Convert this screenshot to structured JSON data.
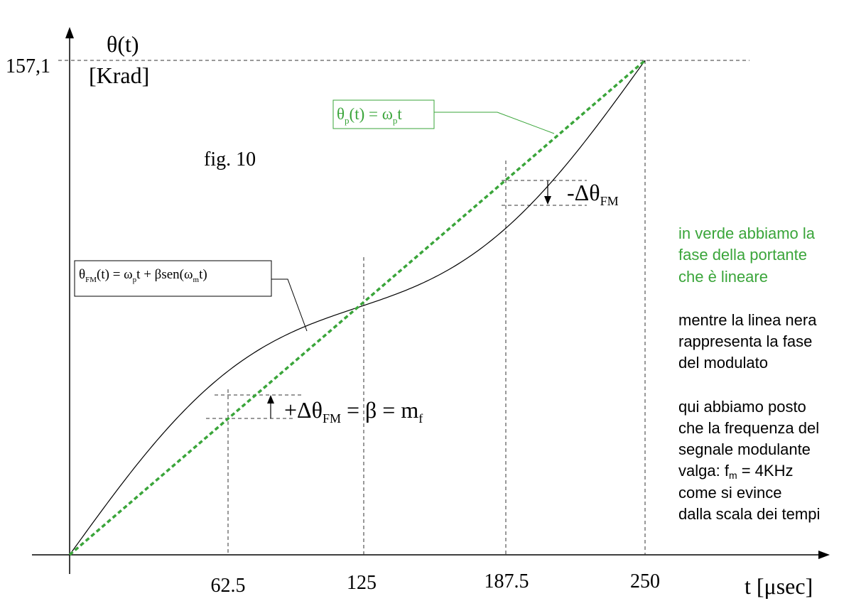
{
  "figure": {
    "fig_label": "fig. 10",
    "y_axis": {
      "title_line1": "θ(t)",
      "title_line2": "[Krad]",
      "max_label": "157,1"
    },
    "x_axis": {
      "title": "t [μsec]",
      "ticks": [
        "62.5",
        "125",
        "187.5",
        "250"
      ]
    },
    "carrier_label": {
      "theta": "θ",
      "sub1": "p",
      "mid": "(t) = ω",
      "sub2": "p",
      "end": "t"
    },
    "fm_label": {
      "theta": "θ",
      "sub1": "FM",
      "mid": "(t) = ω",
      "sub2": "p",
      "mid2": "t + βsen(ω",
      "sub3": "m",
      "end": "t)"
    },
    "plus_delta": {
      "sign": "+Δθ",
      "sub": "FM",
      "eq": " = β = m",
      "sub2": "f"
    },
    "minus_delta": {
      "sign": "-Δθ",
      "sub": "FM"
    },
    "colors": {
      "carrier": "#3aa53a",
      "fm": "#000000",
      "green_text": "#3aa53a"
    }
  },
  "notes": {
    "green_lines": [
      "in verde abbiamo la",
      "fase della portante",
      "che è lineare"
    ],
    "black_lines_1": [
      "mentre la linea nera",
      "rappresenta la fase",
      "del modulato"
    ],
    "black_lines_2": [
      "qui abbiamo posto",
      "che la frequenza del",
      "segnale modulante"
    ],
    "valga_prefix": "valga: f",
    "valga_sub": "m",
    "valga_suffix": " = 4KHz",
    "black_lines_3": [
      "come si evince",
      "dalla scala dei tempi"
    ]
  },
  "chart_data": {
    "type": "line",
    "xlabel": "t [μsec]",
    "ylabel": "θ(t) [Krad]",
    "xticks": [
      62.5,
      125,
      187.5,
      250
    ],
    "yticks": [
      157.1
    ],
    "series": [
      {
        "name": "θp(t) = ωpt",
        "x": [
          0,
          250
        ],
        "y": [
          0,
          157.1
        ]
      },
      {
        "name": "θFM(t) = ωpt + βsen(ωmt)",
        "x": [
          0,
          62.5,
          125,
          187.5,
          250
        ],
        "y": [
          0,
          54.6,
          78.55,
          102.5,
          157.1
        ]
      }
    ]
  }
}
